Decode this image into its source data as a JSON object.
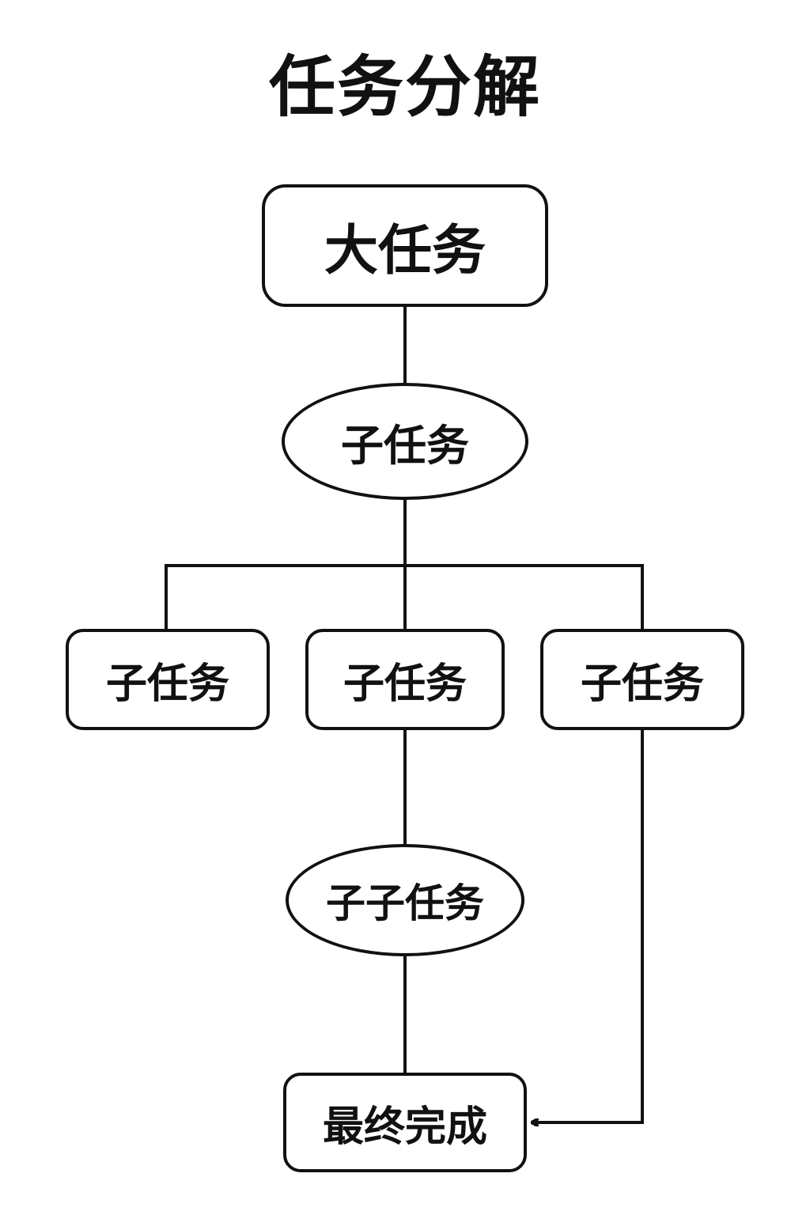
{
  "diagram": {
    "title": "任务分解",
    "root": "大任务",
    "subtask": "子任务",
    "children": [
      "子任务",
      "子任务",
      "子任务"
    ],
    "subsubtask": "子子任务",
    "final": "最终完成",
    "line_color": "#111111",
    "background_color": "#ffffff"
  }
}
